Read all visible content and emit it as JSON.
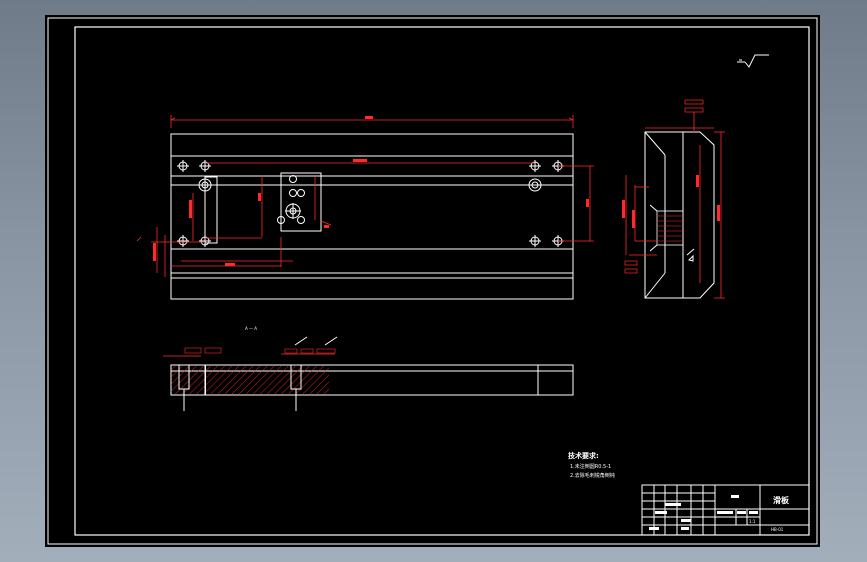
{
  "section_label": "A — A",
  "tech_requirements": {
    "title": "技术要求:",
    "lines": [
      "1.未注倒圆R0.5-1",
      "2.去除毛刺锐角倒钝"
    ]
  },
  "title_block": {
    "part_name": "滑板",
    "drawing_no": "HB-01",
    "scale_value": "1:1"
  },
  "colors": {
    "line": "#ffffff",
    "dimension": "#ff2a2a",
    "background": "#000000"
  }
}
